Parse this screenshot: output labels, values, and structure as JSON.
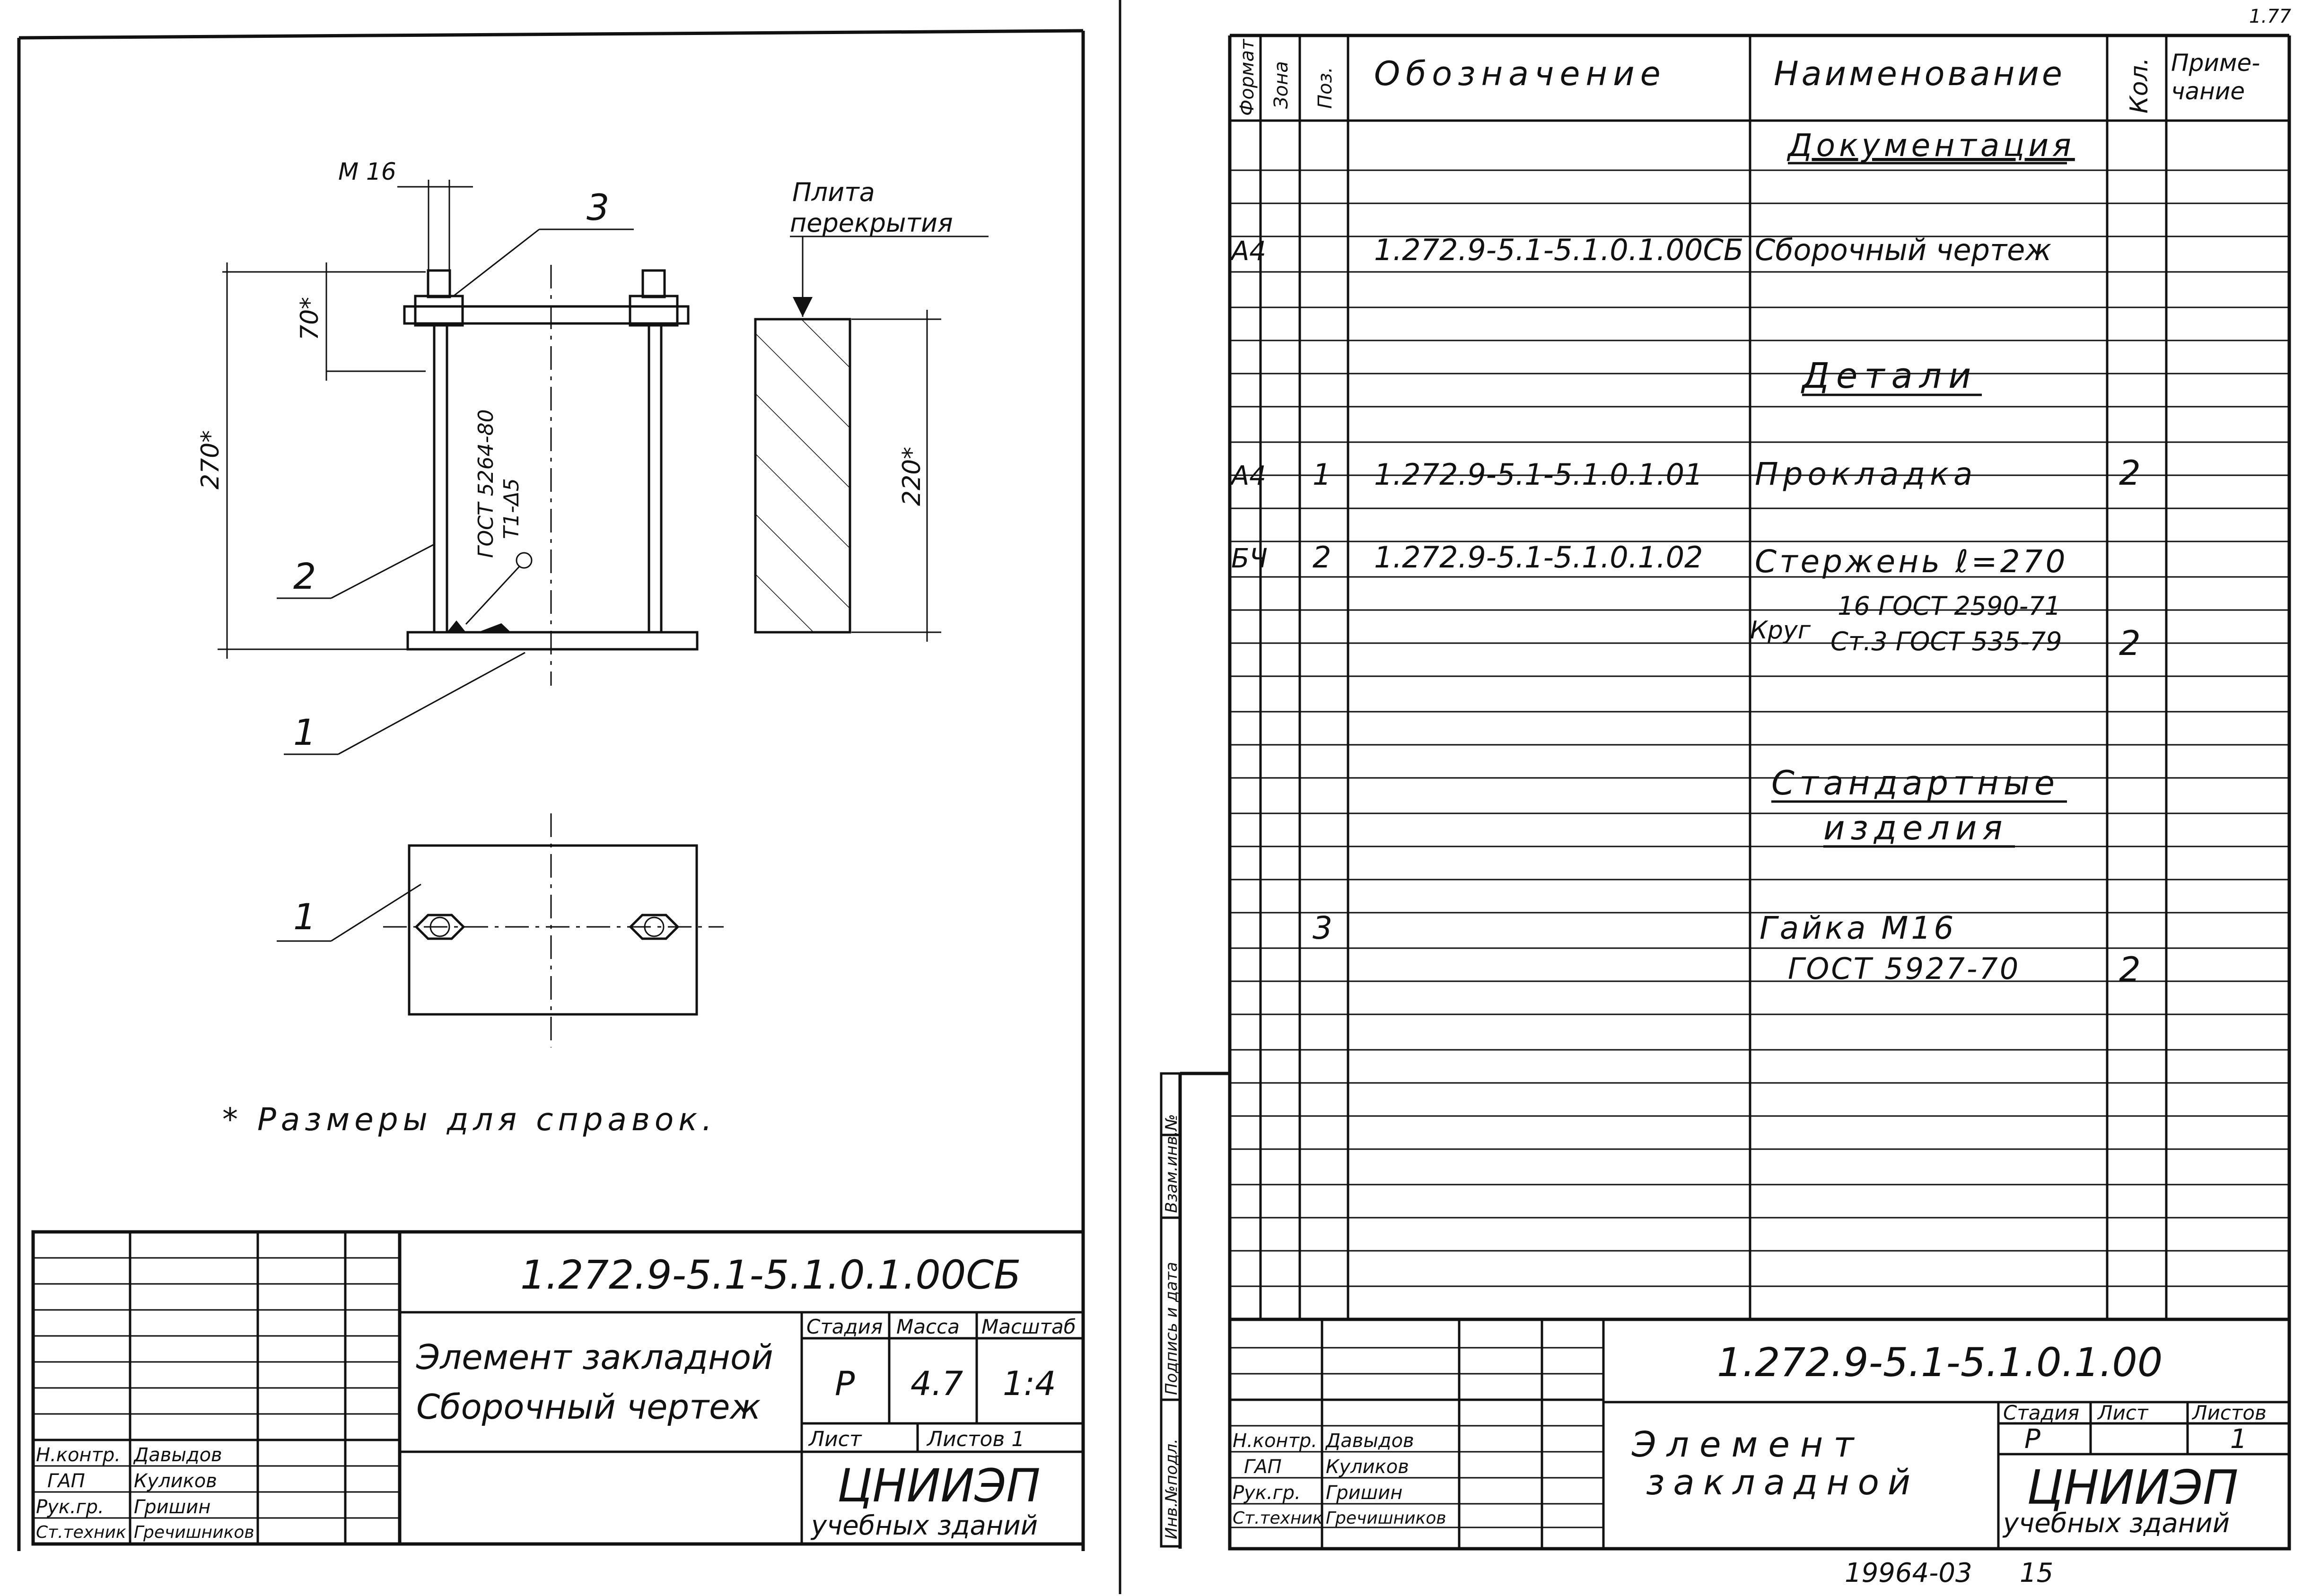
{
  "sheet_left": {
    "labels": {
      "thread": "M 16",
      "pos3": "3",
      "pos2": "2",
      "pos1_front": "1",
      "pos1_plan": "1",
      "slab_line1": "Плита",
      "slab_line2": "перекрытия",
      "dim_70": "70*",
      "dim_270": "270*",
      "dim_220": "220*",
      "weld_line1": "ГОСТ 5264-80",
      "weld_line2": "Т1-Δ5"
    },
    "note": "* Размеры для справок.",
    "title_block": {
      "doc_code": "1.272.9-5.1-5.1.0.1.00СБ",
      "title_line1": "Элемент закладной",
      "title_line2": "Сборочный чертеж",
      "col_stage": "Стадия",
      "col_mass": "Масса",
      "col_scale": "Масштаб",
      "stage": "Р",
      "mass": "4.7",
      "scale": "1:4",
      "sheet_label": "Лист",
      "sheets_label": "Листов 1",
      "org_line1": "ЦНИИЭП",
      "org_line2": "учебных зданий",
      "people": [
        {
          "role": "Н.контр.",
          "name": "Давыдов"
        },
        {
          "role": "ГАП",
          "name": "Куликов"
        },
        {
          "role": "Рук.гр.",
          "name": "Гришин"
        },
        {
          "role": "Ст.техник",
          "name": "Гречишников"
        }
      ]
    }
  },
  "sheet_right": {
    "corner": "1.77",
    "headers": {
      "format": "Формат",
      "zone": "Зона",
      "pos": "Поз.",
      "designation": "Обозначение",
      "name": "Наименование",
      "qty": "Кол.",
      "note_line1": "Приме-",
      "note_line2": "чание"
    },
    "sections": {
      "docs": "Документация",
      "parts": "Детали",
      "standard_line1": "Стандартные",
      "standard_line2": "изделия"
    },
    "rows": {
      "asm": {
        "format": "А4",
        "designation": "1.272.9-5.1-5.1.0.1.00СБ",
        "name": "Сборочный чертеж"
      },
      "pad": {
        "format": "А4",
        "pos": "1",
        "designation": "1.272.9-5.1-5.1.0.1.01",
        "name": "Прокладка",
        "qty": "2"
      },
      "rod": {
        "format": "БЧ",
        "pos": "2",
        "designation": "1.272.9-5.1-5.1.0.1.02",
        "name": "Стержень ℓ=270"
      },
      "rod_material": {
        "prefix": "Круг",
        "line1": "16 ГОСТ 2590-71",
        "line2": "Ст.3 ГОСТ 535-79",
        "qty": "2"
      },
      "nut": {
        "pos": "3",
        "name_line1": "Гайка М16",
        "name_line2": "ГОСТ 5927-70",
        "qty": "2"
      }
    },
    "side_stamps": {
      "inv_orig": "Инв.№подл.",
      "sign_date": "Подпись и дата",
      "replaces": "Взам.инв.№"
    },
    "title_block": {
      "doc_code": "1.272.9-5.1-5.1.0.1.00",
      "title_line1": "Элемент",
      "title_line2": "закладной",
      "col_stage": "Стадия",
      "col_sheet": "Лист",
      "col_sheets": "Листов",
      "stage": "Р",
      "sheets": "1",
      "org_line1": "ЦНИИЭП",
      "org_line2": "учебных зданий",
      "people": [
        {
          "role": "Н.контр.",
          "name": "Давыдов"
        },
        {
          "role": "ГАП",
          "name": "Куликов"
        },
        {
          "role": "Рук.гр.",
          "name": "Гришин"
        },
        {
          "role": "Ст.техник",
          "name": "Гречишников"
        }
      ]
    },
    "footer": "19964-03",
    "page_no": "15"
  }
}
